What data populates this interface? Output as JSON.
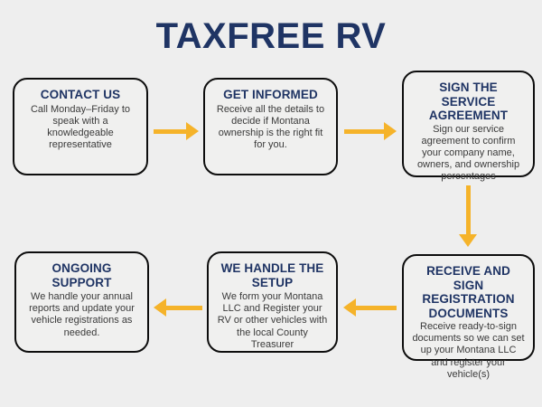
{
  "page": {
    "title": "TAXFREE RV",
    "background_color": "#eeeeee",
    "heading_color": "#1f3464",
    "arrow_color": "#f5b32a",
    "box_border_color": "#0d0d0d",
    "box_fill_color": "#f0f0ef"
  },
  "steps": [
    {
      "id": "contact-us",
      "title": "CONTACT US",
      "description": "Call Monday–Friday to speak with a knowledgeable representative"
    },
    {
      "id": "get-informed",
      "title": "GET INFORMED",
      "description": "Receive all the details to decide if Montana ownership is the right fit for you."
    },
    {
      "id": "sign-the-service-agreement",
      "title": "SIGN THE SERVICE AGREEMENT",
      "description": "Sign our service agreement to confirm your company name, owners, and ownership percentages"
    },
    {
      "id": "receive-and-sign-registration-documents",
      "title": "RECEIVE AND SIGN REGISTRATION DOCUMENTS",
      "description": "Receive ready-to-sign documents so we can set up your Montana LLC and register your vehicle(s)"
    },
    {
      "id": "we-handle-the-setup",
      "title": "WE HANDLE THE SETUP",
      "description": "We form your Montana LLC and Register your RV or other vehicles with the local County Treasurer"
    },
    {
      "id": "ongoing-support",
      "title": "ONGOING SUPPORT",
      "description": "We handle your annual reports and update your vehicle registrations as needed."
    }
  ],
  "connectors": [
    {
      "id": "contact-to-informed",
      "direction": "right"
    },
    {
      "id": "informed-to-agreement",
      "direction": "right"
    },
    {
      "id": "agreement-to-registration",
      "direction": "down"
    },
    {
      "id": "registration-to-setup",
      "direction": "left"
    },
    {
      "id": "setup-to-support",
      "direction": "left"
    }
  ]
}
